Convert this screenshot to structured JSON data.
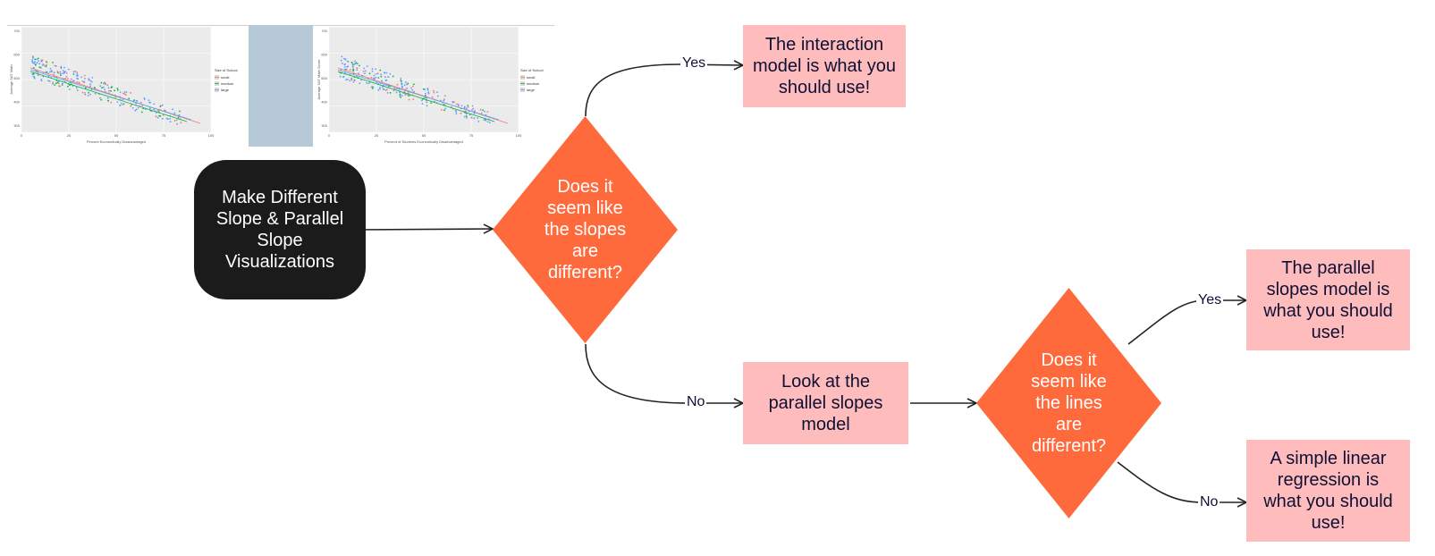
{
  "colors": {
    "diamond": "#ff6a3d",
    "result_fill": "#ffbcbc",
    "start_fill": "#1b1b1b",
    "connector": "#222222",
    "separator_panel": "#b5cad6",
    "plot_small": "#f8766d",
    "plot_medium": "#00ba38",
    "plot_large": "#619cff"
  },
  "flow": {
    "start": "Make Different\nSlope & Parallel\nSlope\nVisualizations",
    "decision1": "Does it\nseem like\nthe slopes\nare\ndifferent?",
    "interaction_result": "The interaction\nmodel is what you\nshould use!",
    "parallel_step": "Look at the\nparallel slopes\nmodel",
    "decision2": "Does it\nseem like\nthe lines\nare\ndifferent?",
    "parallel_result": "The parallel\nslopes model is\nwhat you should\nuse!",
    "simple_result": "A simple linear\nregression is\nwhat you should\nuse!",
    "labels": {
      "yes1": "Yes",
      "no1": "No",
      "yes2": "Yes",
      "no2": "No"
    }
  },
  "thumbnails": {
    "left": {
      "ylabel": "Average SAT Math",
      "xlabel": "Percent Economically Disadvantaged",
      "legend_title": "Size of School",
      "legend": [
        "small",
        "medium",
        "large"
      ],
      "y_ticks": [
        "700",
        "600",
        "500",
        "400",
        "300"
      ],
      "x_ticks": [
        "0",
        "25",
        "50",
        "75",
        "100"
      ]
    },
    "right": {
      "ylabel": "Average SAT Math Score",
      "xlabel": "Percent of Students Economically Disadvantaged",
      "legend_title": "Size of School",
      "legend": [
        "small",
        "medium",
        "large"
      ],
      "y_ticks": [
        "700",
        "600",
        "500",
        "400",
        "300"
      ],
      "x_ticks": [
        "0",
        "25",
        "50",
        "75",
        "100"
      ]
    }
  }
}
